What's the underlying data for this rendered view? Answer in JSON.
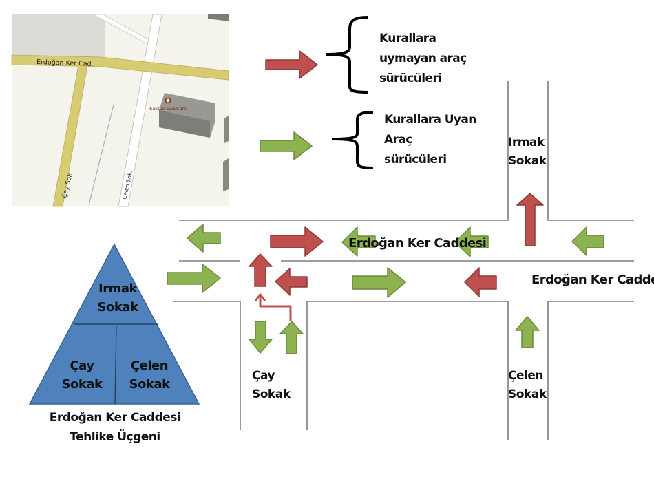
{
  "map": {
    "road_main": "Erdoğan Ker Cad.",
    "road_cay": "Çay Sok.",
    "road_celen": "Çelen Sok.",
    "poi": "Kaktüs Evi&Cafe",
    "colors": {
      "background": "#f4f3ec",
      "major_road": "#d8cc73",
      "minor_road": "#ffffff",
      "building": "#8f8d88",
      "park": "#dcdcd7"
    }
  },
  "legend": {
    "violators": {
      "line1": "Kurallara",
      "line2": "uymayan araç",
      "line3": "sürücüleri",
      "arrow_color": "#c0504d"
    },
    "compliant": {
      "line1": "Kurallara Uyan",
      "line2": "Araç",
      "line3": "sürücüleri",
      "arrow_color": "#8db351"
    }
  },
  "intersection": {
    "main_street_label": "Erdoğan Ker Caddesi",
    "main_street_label_right": "Erdoğan Ker Caddesi",
    "irmak": {
      "line1": "Irmak",
      "line2": "Sokak"
    },
    "cay": {
      "line1": "Çay",
      "line2": "Sokak"
    },
    "celen": {
      "line1": "Çelen",
      "line2": "Sokak"
    }
  },
  "triangle": {
    "top": {
      "line1": "Irmak",
      "line2": "Sokak"
    },
    "bottom_left": {
      "line1": "Çay",
      "line2": "Sokak"
    },
    "bottom_right": {
      "line1": "Çelen",
      "line2": "Sokak"
    },
    "caption_line1": "Erdoğan Ker Caddesi",
    "caption_line2": "Tehlike Üçgeni",
    "fill_color": "#4f81bd"
  }
}
